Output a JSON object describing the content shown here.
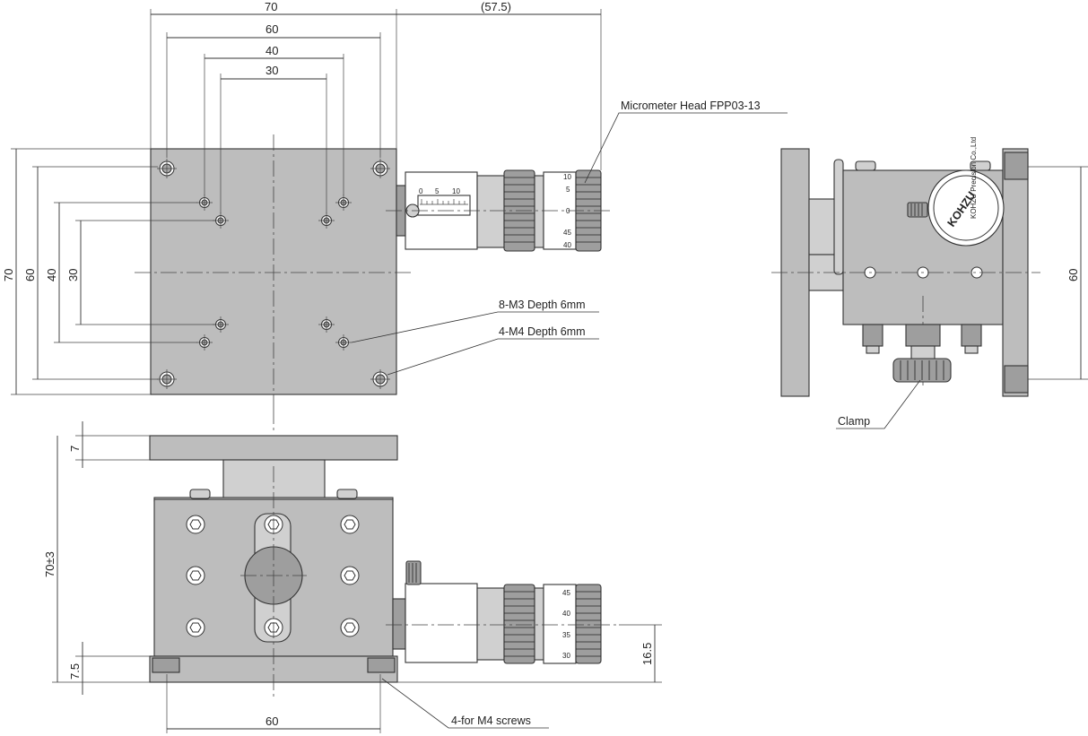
{
  "top_view": {
    "dims_horizontal": [
      "70",
      "60",
      "40",
      "30"
    ],
    "dim_right": "(57.5)",
    "dims_vertical": [
      "70",
      "60",
      "40",
      "30"
    ],
    "scale_labels": [
      "0",
      "5",
      "10"
    ],
    "thimble_labels": [
      "10",
      "5",
      "0",
      "45",
      "40"
    ]
  },
  "front_view": {
    "dim_top": "7",
    "dim_height": "70±3",
    "dim_base": "7.5",
    "dim_bottom": "60",
    "dim_right": "16.5",
    "thimble_labels": [
      "45",
      "40",
      "35",
      "30"
    ]
  },
  "side_view": {
    "dim_right": "60",
    "logo_text": "KOHZU",
    "brand_text": "KOHZU Precision Co.,Ltd"
  },
  "callouts": {
    "micrometer": "Micrometer Head FPP03-13",
    "m3": "8-M3 Depth 6mm",
    "m4": "4-M4 Depth 6mm",
    "clamp": "Clamp",
    "screws": "4-for M4 screws"
  }
}
